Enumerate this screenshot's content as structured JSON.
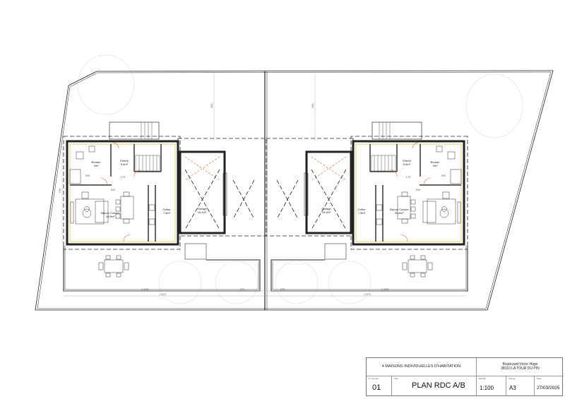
{
  "title_block": {
    "project": "4 MAISONS INDIVIDUELLES D'HABITATION",
    "address_line1": "Boulevard Victor Hugo",
    "address_line2": "38110 LA TOUR DU PIN",
    "plan_number_label": "N° de plan",
    "plan_number": "01",
    "title_label": "Titre",
    "title": "PLAN RDC A/B",
    "scale_label": "Echelle",
    "scale": "1:100",
    "format_label": "Format",
    "format": "A3",
    "date_label": "Date",
    "date": "27/03/2025"
  },
  "rooms": {
    "bureau": {
      "name": "Bureau",
      "area": "9m²"
    },
    "entree": {
      "name": "Entrée",
      "area": "5,6m²"
    },
    "sejour": {
      "name": "Séjour/ Cuisine",
      "area": "39,8m²"
    },
    "cellier": {
      "name": "Cellier",
      "area": "7,5m²"
    },
    "garage": {
      "name": "Garage",
      "area": "16,4m²"
    }
  },
  "dimensions": {
    "overall_terrace": "1 306",
    "overall_lot": "1 670",
    "tree_spacing": "270",
    "setback": "300",
    "depth": "790",
    "hall": "175",
    "living_width": "840",
    "bureau_depth": "300"
  },
  "colors": {
    "walls": "#222222",
    "insulation": "#e8e3a0",
    "doors": "#d06a3a",
    "vegetation": "#c8c8c8"
  }
}
